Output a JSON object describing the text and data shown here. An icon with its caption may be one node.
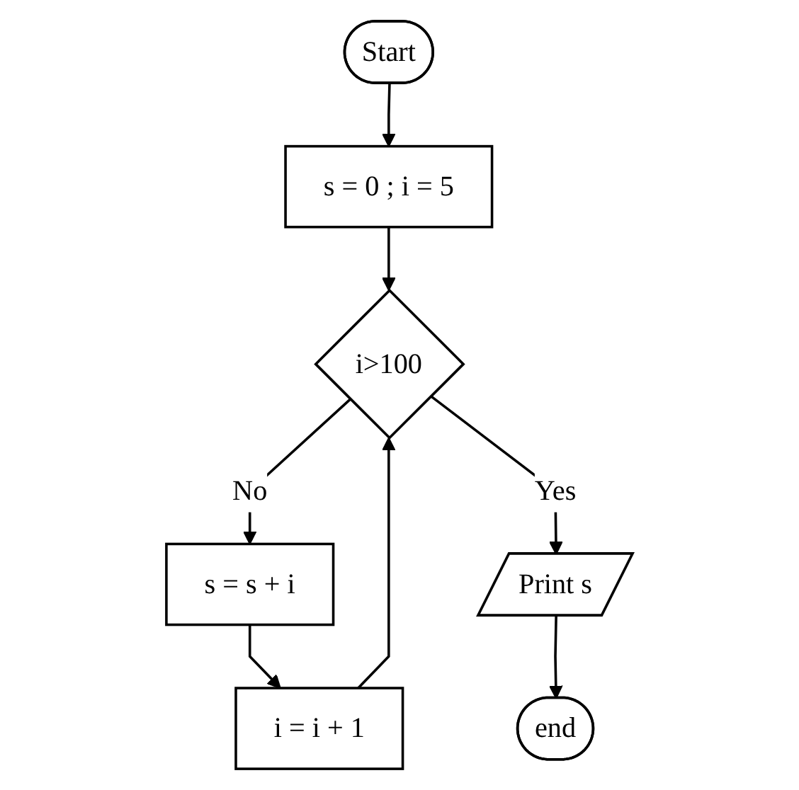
{
  "diagram": {
    "nodes": [
      {
        "text": [
          "Start"
        ]
      },
      {
        "text": [
          "s = 0 ; i = 5"
        ]
      },
      {
        "text": [
          "i>100"
        ]
      },
      {
        "text": [
          "s = s + i"
        ]
      },
      {
        "text": [
          "i = i + 1"
        ]
      },
      {
        "text": [
          "Print s"
        ]
      },
      {
        "text": [
          "end"
        ]
      }
    ],
    "edges": [
      {
        "from": 0,
        "to": 1,
        "arrow": "to"
      },
      {
        "from": 1,
        "to": 2,
        "arrow": "to"
      },
      {
        "from": 2,
        "to": 3,
        "arrow": "to",
        "label": "No"
      },
      {
        "from": 3,
        "to": 4,
        "arrow": "to"
      },
      {
        "from": 4,
        "to": 2,
        "arrow": "to"
      },
      {
        "from": 2,
        "to": 5,
        "arrow": "to",
        "label": "Yes"
      },
      {
        "from": 5,
        "to": 6,
        "arrow": "to"
      }
    ]
  }
}
